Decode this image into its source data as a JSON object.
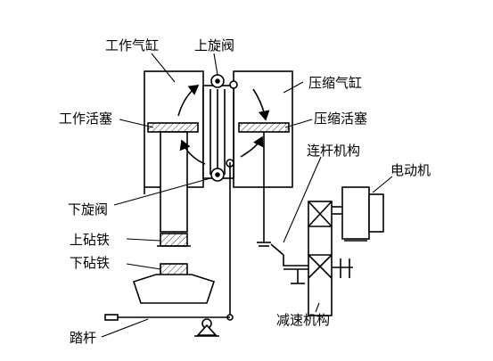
{
  "diagram": {
    "labels": {
      "work_cylinder": "工作气缸",
      "upper_valve": "上旋阀",
      "compression_cylinder": "压缩气缸",
      "work_piston": "工作活塞",
      "compression_piston": "压缩活塞",
      "linkage": "连杆机构",
      "motor": "电动机",
      "lower_valve": "下旋阀",
      "upper_anvil": "上砧铁",
      "lower_anvil": "下砧铁",
      "reducer": "减速机构",
      "pedal": "踏杆"
    },
    "colors": {
      "ink": "#000000",
      "paper": "#ffffff"
    }
  }
}
